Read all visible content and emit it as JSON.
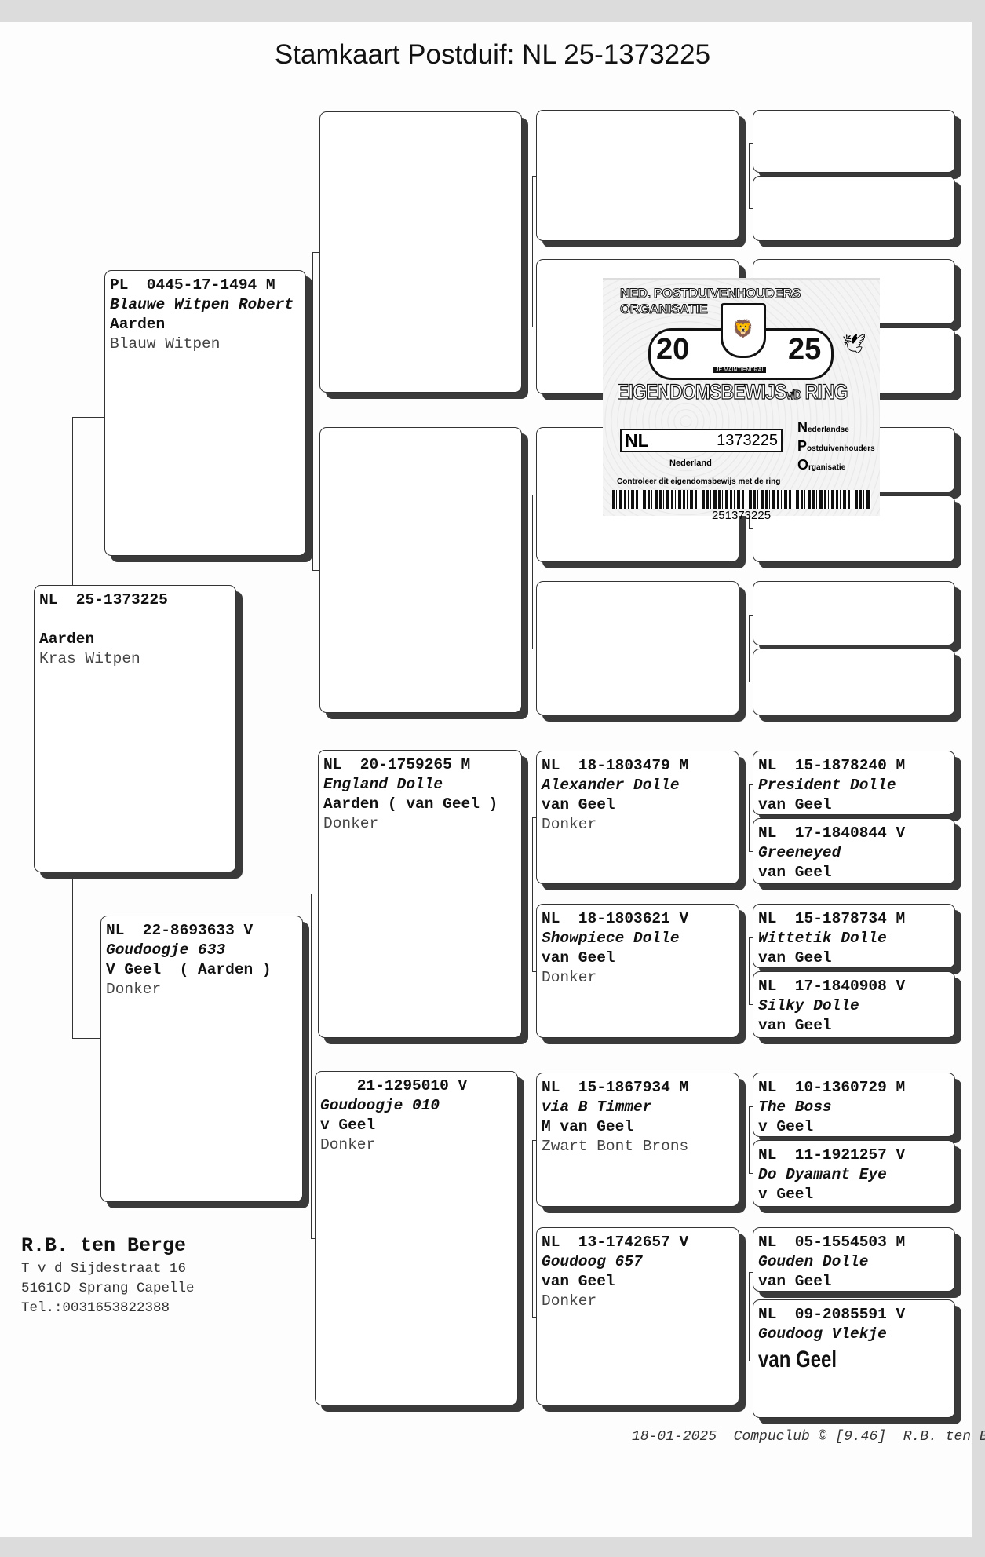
{
  "title": "Stamkaart Postduif: NL  25-1373225",
  "subject": {
    "ring": "NL  25-1373225",
    "name": "",
    "owner": "Aarden",
    "color": "Kras Witpen"
  },
  "parents": [
    {
      "ring": "PL  0445-17-1494 M",
      "name": "Blauwe Witpen Robert",
      "owner": "Aarden",
      "color": "Blauw Witpen"
    },
    {
      "ring": "NL  22-8693633 V",
      "name": "Goudoogje 633",
      "owner": "V Geel  ( Aarden )",
      "color": "Donker"
    }
  ],
  "grandparents": [
    {
      "ring": "",
      "name": "",
      "owner": "",
      "color": ""
    },
    {
      "ring": "",
      "name": "",
      "owner": "",
      "color": ""
    },
    {
      "ring": "NL  20-1759265 M",
      "name": "England Dolle",
      "owner": "Aarden ( van Geel )",
      "color": "Donker"
    },
    {
      "ring": "    21-1295010 V",
      "name": "Goudoogje 010",
      "owner": "v Geel",
      "color": "Donker"
    }
  ],
  "great_grandparents": [
    {
      "ring": "",
      "name": "",
      "owner": "",
      "color": ""
    },
    {
      "ring": "",
      "name": "",
      "owner": "",
      "color": ""
    },
    {
      "ring": "",
      "name": "",
      "owner": "",
      "color": ""
    },
    {
      "ring": "",
      "name": "",
      "owner": "",
      "color": ""
    },
    {
      "ring": "NL  18-1803479 M",
      "name": "Alexander Dolle",
      "owner": "van Geel",
      "color": "Donker"
    },
    {
      "ring": "NL  18-1803621 V",
      "name": "Showpiece Dolle",
      "owner": "van Geel",
      "color": "Donker"
    },
    {
      "ring": "NL  15-1867934 M",
      "name": "via B Timmer",
      "owner": "M van Geel",
      "color": "Zwart Bont Brons"
    },
    {
      "ring": "NL  13-1742657 V",
      "name": "Goudoog 657",
      "owner": "van Geel",
      "color": "Donker"
    }
  ],
  "gen5": [
    {
      "ring": "",
      "name": "",
      "owner": ""
    },
    {
      "ring": "",
      "name": "",
      "owner": ""
    },
    {
      "ring": "",
      "name": "",
      "owner": ""
    },
    {
      "ring": "",
      "name": "",
      "owner": ""
    },
    {
      "ring": "",
      "name": "",
      "owner": ""
    },
    {
      "ring": "",
      "name": "",
      "owner": ""
    },
    {
      "ring": "",
      "name": "",
      "owner": ""
    },
    {
      "ring": "",
      "name": "",
      "owner": ""
    },
    {
      "ring": "NL  15-1878240 M",
      "name": "President Dolle",
      "owner": "van Geel"
    },
    {
      "ring": "NL  17-1840844 V",
      "name": "Greeneyed",
      "owner": "van Geel"
    },
    {
      "ring": "NL  15-1878734 M",
      "name": "Wittetik Dolle",
      "owner": "van Geel"
    },
    {
      "ring": "NL  17-1840908 V",
      "name": "Silky Dolle",
      "owner": "van Geel"
    },
    {
      "ring": "NL  10-1360729 M",
      "name": "The Boss",
      "owner": "v Geel"
    },
    {
      "ring": "NL  11-1921257 V",
      "name": "Do Dyamant Eye",
      "owner": "v Geel"
    },
    {
      "ring": "NL  05-1554503 M",
      "name": "Gouden Dolle",
      "owner": "van Geel"
    },
    {
      "ring": "NL  09-2085591 V",
      "name": "Goudoog Vlekje",
      "owner": "van Geel"
    }
  ],
  "breeder": {
    "name": "R.B. ten Berge",
    "street": "T v d Sijdestraat 16",
    "city": "5161CD  Sprang Capelle",
    "phone": "Tel.:0031653822388"
  },
  "footer": {
    "date": "18-01-2025",
    "software": "Compuclub © [9.46]",
    "author": "R.B. ten Berge"
  },
  "ring_card": {
    "org": "NED. POSTDUIVENHOUDERS ORGANISATIE",
    "year_left": "20",
    "year_right": "25",
    "motto": "JE MAINTIENDRAI",
    "heading": "EIGENDOMSBEWIJS",
    "vd": "v/D",
    "ring_word": "RING",
    "country_code": "NL",
    "number": "1373225",
    "country": "Nederland",
    "npo": [
      {
        "l": "N",
        "r": "ederlandse"
      },
      {
        "l": "P",
        "r": "ostduivenhouders"
      },
      {
        "l": "O",
        "r": "rganisatie"
      }
    ],
    "check": "Controleer dit eigendomsbewijs met de ring",
    "barcode": "251373225"
  }
}
